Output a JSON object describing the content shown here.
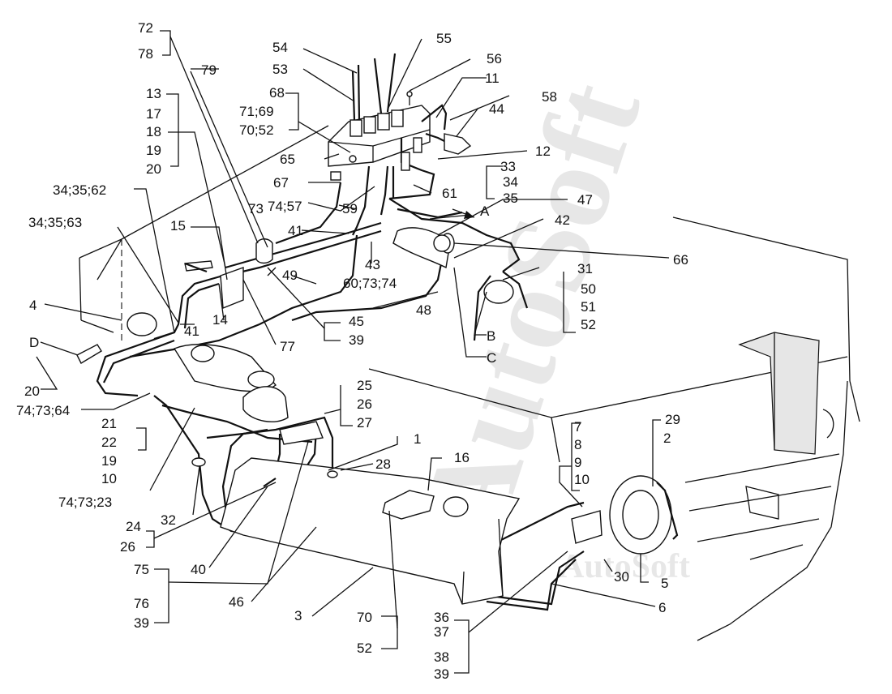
{
  "watermark": {
    "text": "AutoSoft",
    "text_small": "AutoSoft"
  },
  "labels": [
    {
      "id": "l72",
      "text": "72"
    },
    {
      "id": "l78",
      "text": "78"
    },
    {
      "id": "l79",
      "text": "79"
    },
    {
      "id": "l54",
      "text": "54"
    },
    {
      "id": "l53",
      "text": "53"
    },
    {
      "id": "l55",
      "text": "55"
    },
    {
      "id": "l56",
      "text": "56"
    },
    {
      "id": "l11",
      "text": "11"
    },
    {
      "id": "l58",
      "text": "58"
    },
    {
      "id": "l44",
      "text": "44"
    },
    {
      "id": "l68",
      "text": "68"
    },
    {
      "id": "l7169",
      "text": "71;69"
    },
    {
      "id": "l7052",
      "text": "70;52"
    },
    {
      "id": "l13",
      "text": "13"
    },
    {
      "id": "l17",
      "text": "17"
    },
    {
      "id": "l18",
      "text": "18"
    },
    {
      "id": "l19a",
      "text": "19"
    },
    {
      "id": "l20a",
      "text": "20"
    },
    {
      "id": "l65",
      "text": "65"
    },
    {
      "id": "l12",
      "text": "12"
    },
    {
      "id": "l33",
      "text": "33"
    },
    {
      "id": "l34",
      "text": "34"
    },
    {
      "id": "l35",
      "text": "35"
    },
    {
      "id": "l343562",
      "text": "34;35;62"
    },
    {
      "id": "l67",
      "text": "67"
    },
    {
      "id": "l61",
      "text": "61"
    },
    {
      "id": "l47",
      "text": "47"
    },
    {
      "id": "l7374",
      "text": "73"
    },
    {
      "id": "l7457",
      "text": "74;57"
    },
    {
      "id": "l59",
      "text": "59"
    },
    {
      "id": "lA",
      "text": "A"
    },
    {
      "id": "l343563",
      "text": "34;35;63"
    },
    {
      "id": "l15",
      "text": "15"
    },
    {
      "id": "l41a",
      "text": "41"
    },
    {
      "id": "l42",
      "text": "42"
    },
    {
      "id": "l66",
      "text": "66"
    },
    {
      "id": "l43",
      "text": "43"
    },
    {
      "id": "l31",
      "text": "31"
    },
    {
      "id": "l49",
      "text": "49"
    },
    {
      "id": "l607374",
      "text": "60;73;74"
    },
    {
      "id": "l50",
      "text": "50"
    },
    {
      "id": "l4",
      "text": "4"
    },
    {
      "id": "l48",
      "text": "48"
    },
    {
      "id": "l51",
      "text": "51"
    },
    {
      "id": "l14",
      "text": "14"
    },
    {
      "id": "l41b",
      "text": "41"
    },
    {
      "id": "l45",
      "text": "45"
    },
    {
      "id": "l52a",
      "text": "52"
    },
    {
      "id": "lD",
      "text": "D"
    },
    {
      "id": "l77",
      "text": "77"
    },
    {
      "id": "l39a",
      "text": "39"
    },
    {
      "id": "lB",
      "text": "B"
    },
    {
      "id": "lC",
      "text": "C"
    },
    {
      "id": "l20b",
      "text": "20"
    },
    {
      "id": "l25",
      "text": "25"
    },
    {
      "id": "l747364",
      "text": "74;73;64"
    },
    {
      "id": "l26a",
      "text": "26"
    },
    {
      "id": "l27",
      "text": "27"
    },
    {
      "id": "l21",
      "text": "21"
    },
    {
      "id": "l7",
      "text": "7"
    },
    {
      "id": "l29",
      "text": "29"
    },
    {
      "id": "l22",
      "text": "22"
    },
    {
      "id": "l8",
      "text": "8"
    },
    {
      "id": "l2",
      "text": "2"
    },
    {
      "id": "l1",
      "text": "1"
    },
    {
      "id": "l19b",
      "text": "19"
    },
    {
      "id": "l9",
      "text": "9"
    },
    {
      "id": "l16",
      "text": "16"
    },
    {
      "id": "l28",
      "text": "28"
    },
    {
      "id": "l10a",
      "text": "10"
    },
    {
      "id": "l10b",
      "text": "10"
    },
    {
      "id": "l747323",
      "text": "74;73;23"
    },
    {
      "id": "l32",
      "text": "32"
    },
    {
      "id": "l24",
      "text": "24"
    },
    {
      "id": "l26b",
      "text": "26"
    },
    {
      "id": "l40",
      "text": "40"
    },
    {
      "id": "l30",
      "text": "30"
    },
    {
      "id": "l5",
      "text": "5"
    },
    {
      "id": "l75",
      "text": "75"
    },
    {
      "id": "l46",
      "text": "46"
    },
    {
      "id": "l76",
      "text": "76"
    },
    {
      "id": "l6",
      "text": "6"
    },
    {
      "id": "l3",
      "text": "3"
    },
    {
      "id": "l36",
      "text": "36"
    },
    {
      "id": "l39b",
      "text": "39"
    },
    {
      "id": "l70",
      "text": "70"
    },
    {
      "id": "l37",
      "text": "37"
    },
    {
      "id": "l38",
      "text": "38"
    },
    {
      "id": "l52b",
      "text": "52"
    },
    {
      "id": "l39c",
      "text": "39"
    }
  ]
}
